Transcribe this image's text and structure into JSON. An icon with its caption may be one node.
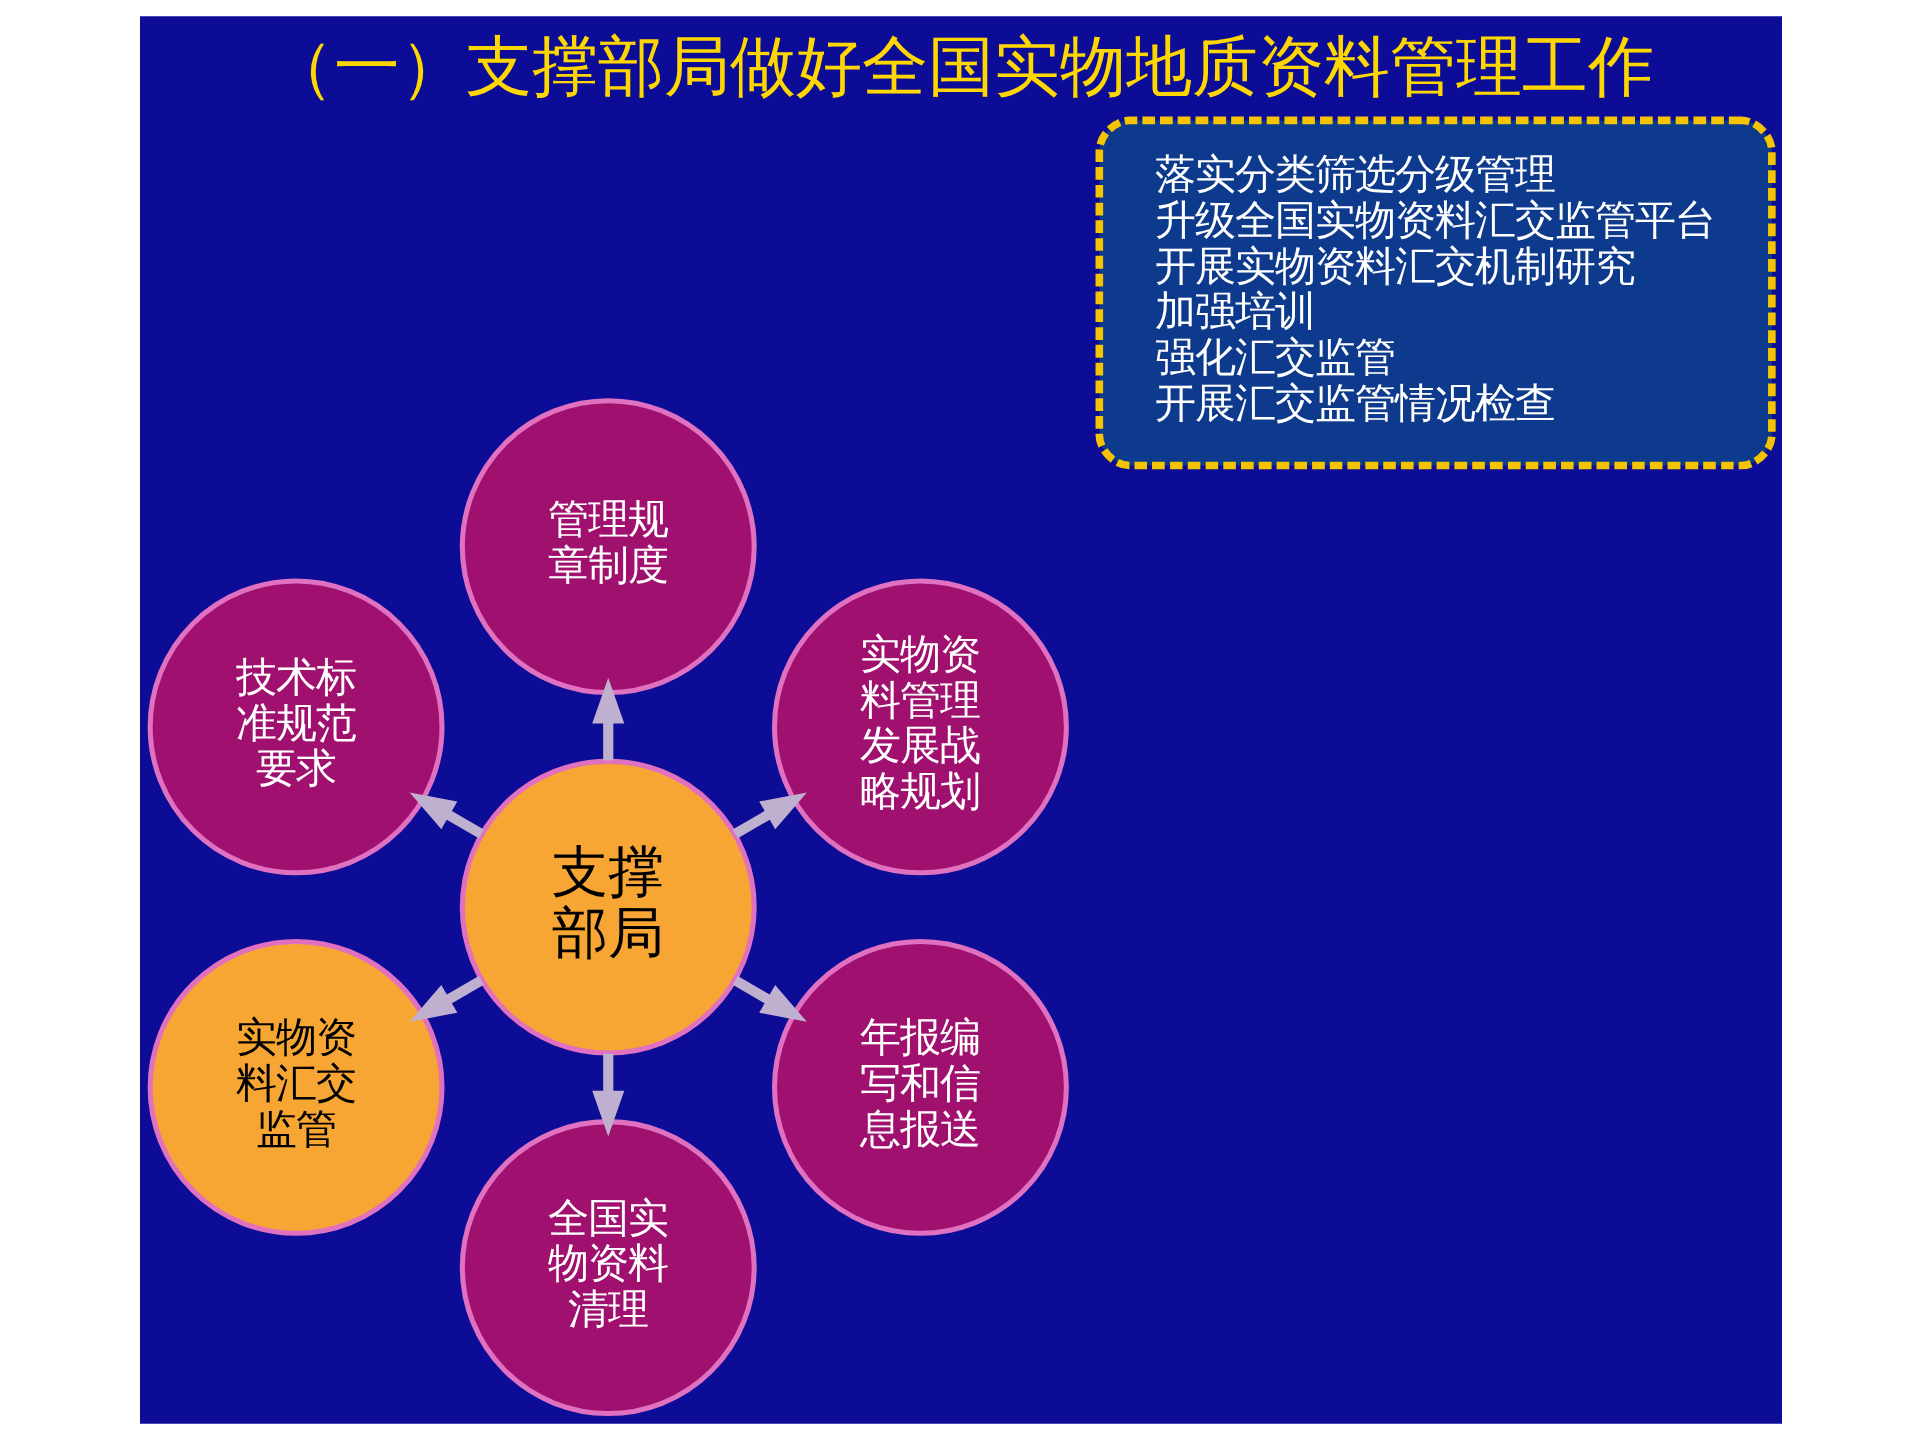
{
  "diagram": {
    "title": "（一）支撑部局做好全国实物地质资料管理工作",
    "nodes": [
      {
        "text": [
          "支撑部局"
        ]
      },
      {
        "text": [
          "实物资料管理发展战略规划"
        ]
      },
      {
        "text": [
          "管理规章制度"
        ]
      },
      {
        "text": [
          "技术标准规范要求"
        ]
      },
      {
        "text": [
          "实物资料汇交监管"
        ]
      },
      {
        "text": [
          "全国实物资料清理"
        ]
      },
      {
        "text": [
          "年报编写和信息报送"
        ]
      },
      {
        "text": [
          "落实分类筛选分级管理",
          "升级全国实物资料汇交监管平台",
          "开展实物资料汇交机制研究",
          "加强培训",
          "强化汇交监管",
          "开展汇交监管情况检查"
        ]
      }
    ],
    "edges": [
      {
        "from": 0,
        "to": 1,
        "arrow": "to"
      },
      {
        "from": 0,
        "to": 2,
        "arrow": "to"
      },
      {
        "from": 0,
        "to": 3,
        "arrow": "to"
      },
      {
        "from": 0,
        "to": 4,
        "arrow": "to"
      },
      {
        "from": 0,
        "to": 5,
        "arrow": "to"
      },
      {
        "from": 0,
        "to": 6,
        "arrow": "to"
      }
    ]
  }
}
